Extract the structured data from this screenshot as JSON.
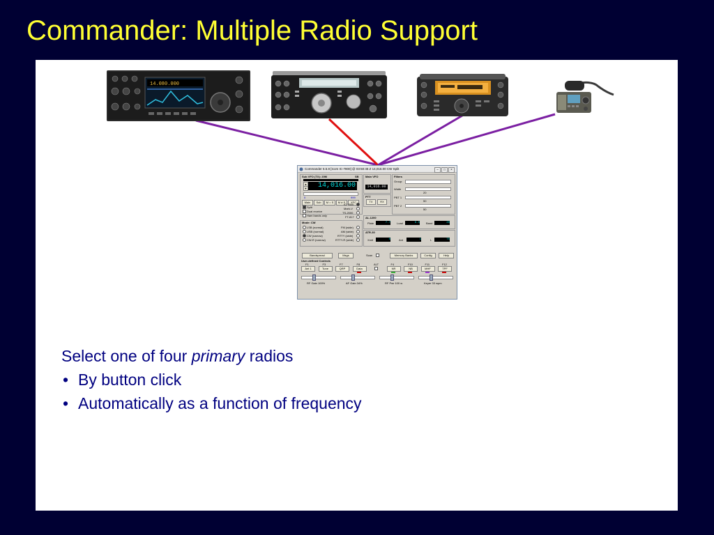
{
  "slide": {
    "title": "Commander: Multiple Radio Support"
  },
  "radios": [
    {
      "label": "14.080.000"
    },
    {
      "label": ""
    },
    {
      "label": ""
    },
    {
      "label": ""
    }
  ],
  "colors": {
    "background": "#000033",
    "title": "#FFFF33",
    "panel": "#FFFFFF",
    "text": "#000080",
    "wire": "#7B1FA2",
    "active_wire": "#E01010"
  },
  "app": {
    "title": "Commander 6.5.8 [Icom IC-7800] @ 03:50:45 Z  14,016.00 CW Split",
    "sub_vfo": {
      "label": "Sub VFO (TX): 20M",
      "mode": "SB",
      "frequency": "14,016.00",
      "scale_min": "0",
      "scale_max": "999",
      "buttons": [
        "Main",
        "Sub",
        "M = S",
        "M ≠ S",
        "XFC"
      ]
    },
    "options": [
      {
        "label": "Split",
        "checked": true
      },
      {
        "label": "Dual receive",
        "checked": false
      },
      {
        "label": "Ham bands only",
        "checked": false
      }
    ],
    "radio_select": [
      {
        "label": "IC-7800",
        "selected": true
      },
      {
        "label": "Mark-V",
        "selected": false
      },
      {
        "label": "TS-2000",
        "selected": false
      },
      {
        "label": "FT-817",
        "selected": false
      }
    ],
    "mode_group": {
      "label": "Mode: CW",
      "left": [
        {
          "label": "LSB (normal)",
          "selected": false
        },
        {
          "label": "USB (normal)",
          "selected": false
        },
        {
          "label": "CW (narrow)",
          "selected": true
        },
        {
          "label": "CW-R (narrow)",
          "selected": false
        }
      ],
      "right": [
        {
          "label": "FM (wide)",
          "selected": false
        },
        {
          "label": "AM (wide)",
          "selected": false
        },
        {
          "label": "RTTY (wide)",
          "selected": false
        },
        {
          "label": "RTTY-R (wide)",
          "selected": false
        }
      ]
    },
    "main_vfo": {
      "label": "Main VFO",
      "frequency": "14,016.00"
    },
    "ptt": {
      "label": "PTT",
      "buttons": [
        "TX",
        "RX"
      ]
    },
    "al1200": {
      "label": "AL-1200",
      "meters": [
        {
          "label": "Plate",
          "value": "7.7"
        },
        {
          "label": "Load",
          "value": "9.5"
        },
        {
          "label": "Band",
          "value": "20"
        }
      ]
    },
    "atr30": {
      "label": "ATR-30",
      "meters": [
        {
          "label": "Xmit",
          "value": "0"
        },
        {
          "label": "Ant",
          "value": "1"
        },
        {
          "label": "L",
          "value": "75"
        }
      ]
    },
    "filters": {
      "label": "Filters",
      "group_label": "Group:",
      "rows": [
        {
          "label": "Width",
          "value": "20"
        },
        {
          "label": "PBT 1",
          "value": "50"
        },
        {
          "label": "PBT 2",
          "value": "50"
        }
      ]
    },
    "bottom_buttons": [
      "Bandspread",
      "Msgs",
      "Scan",
      "Memory Banks",
      "Config",
      "Help"
    ],
    "udc": {
      "label": "User-defined Controls",
      "items": [
        {
          "fkey": "F1",
          "label": "Ant 1",
          "led": ""
        },
        {
          "fkey": "F3",
          "label": "Tune",
          "led": ""
        },
        {
          "fkey": "F7",
          "label": "QRP",
          "led": ""
        },
        {
          "fkey": "F8",
          "label": "Data",
          "led": "#CC0000"
        },
        {
          "fkey": "ALT",
          "label": "",
          "led": ""
        },
        {
          "fkey": "F4",
          "label": "NR",
          "led": "#33AA33"
        },
        {
          "fkey": "F10",
          "label": "NB",
          "led": "#CC0000"
        },
        {
          "fkey": "F11",
          "label": "MHF",
          "led": "#9933CC"
        },
        {
          "fkey": "F12",
          "label": "TPF",
          "led": "#CC0000"
        }
      ]
    },
    "sliders": [
      {
        "label": "RF Gain 100%"
      },
      {
        "label": "AF Gain 34%"
      },
      {
        "label": "RF Pwr 100 w"
      },
      {
        "label": "Keyer 33 wpm"
      }
    ]
  },
  "content": {
    "intro_before": "Select one of four ",
    "intro_em": "primary",
    "intro_after": " radios",
    "bullet_symbol": "•",
    "bullets": [
      "By button click",
      "Automatically as a function of frequency"
    ]
  }
}
